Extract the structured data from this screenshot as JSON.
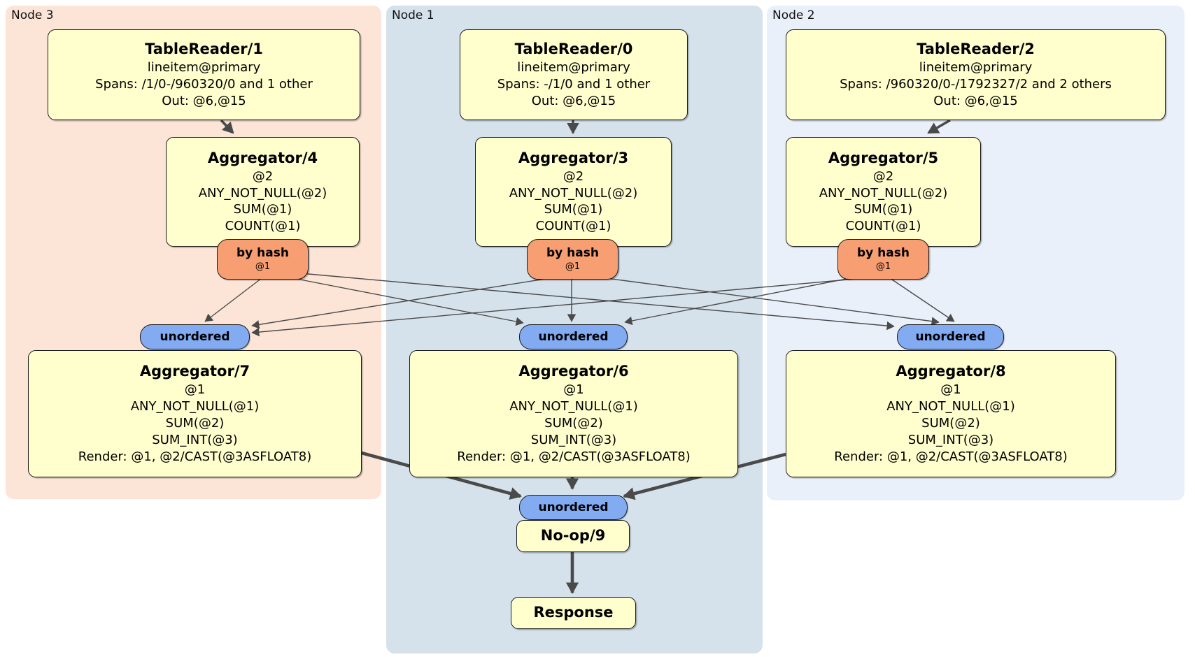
{
  "colors": {
    "node3_bg": "#fce4d6",
    "node1_bg": "#d5e2eb",
    "node2_bg": "#eaf0fa",
    "box_bg": "#ffffce",
    "router_bg": "#f79e72",
    "sync_bg": "#82abf2",
    "edge": "#4a4a4a"
  },
  "regions": [
    {
      "label": "Node 3"
    },
    {
      "label": "Node 1"
    },
    {
      "label": "Node 2"
    }
  ],
  "boxes": {
    "tr1": {
      "title": "TableReader/1",
      "lines": [
        "lineitem@primary",
        "Spans: /1/0-/960320/0 and 1 other",
        "Out: @6,@15"
      ]
    },
    "tr0": {
      "title": "TableReader/0",
      "lines": [
        "lineitem@primary",
        "Spans: -/1/0 and 1 other",
        "Out: @6,@15"
      ]
    },
    "tr2": {
      "title": "TableReader/2",
      "lines": [
        "lineitem@primary",
        "Spans: /960320/0-/1792327/2 and 2 others",
        "Out: @6,@15"
      ]
    },
    "agg4": {
      "title": "Aggregator/4",
      "lines": [
        "@2",
        "ANY_NOT_NULL(@2)",
        "SUM(@1)",
        "COUNT(@1)"
      ]
    },
    "agg3": {
      "title": "Aggregator/3",
      "lines": [
        "@2",
        "ANY_NOT_NULL(@2)",
        "SUM(@1)",
        "COUNT(@1)"
      ]
    },
    "agg5": {
      "title": "Aggregator/5",
      "lines": [
        "@2",
        "ANY_NOT_NULL(@2)",
        "SUM(@1)",
        "COUNT(@1)"
      ]
    },
    "agg7": {
      "title": "Aggregator/7",
      "lines": [
        "@1",
        "ANY_NOT_NULL(@1)",
        "SUM(@2)",
        "SUM_INT(@3)",
        "Render: @1, @2/CAST(@3ASFLOAT8)"
      ]
    },
    "agg6": {
      "title": "Aggregator/6",
      "lines": [
        "@1",
        "ANY_NOT_NULL(@1)",
        "SUM(@2)",
        "SUM_INT(@3)",
        "Render: @1, @2/CAST(@3ASFLOAT8)"
      ]
    },
    "agg8": {
      "title": "Aggregator/8",
      "lines": [
        "@1",
        "ANY_NOT_NULL(@1)",
        "SUM(@2)",
        "SUM_INT(@3)",
        "Render: @1, @2/CAST(@3ASFLOAT8)"
      ]
    },
    "noop": {
      "title": "No-op/9"
    },
    "response": {
      "title": "Response"
    }
  },
  "routers": [
    {
      "label": "by hash",
      "detail": "@1"
    },
    {
      "label": "by hash",
      "detail": "@1"
    },
    {
      "label": "by hash",
      "detail": "@1"
    }
  ],
  "syncs": [
    {
      "label": "unordered"
    },
    {
      "label": "unordered"
    },
    {
      "label": "unordered"
    },
    {
      "label": "unordered"
    }
  ]
}
